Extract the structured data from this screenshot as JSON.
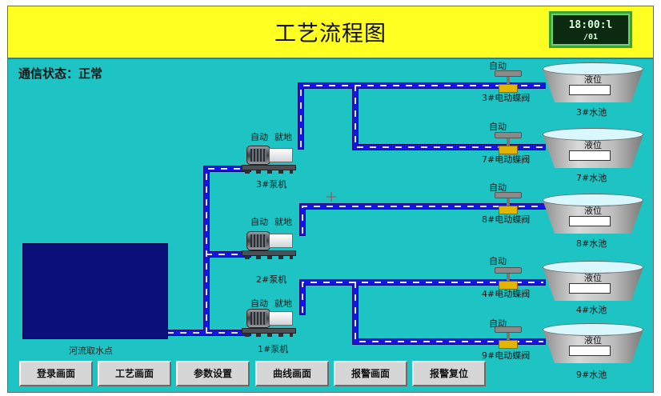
{
  "header": {
    "title": "工艺流程图"
  },
  "clock": {
    "time": "18:00:l",
    "date": "/01"
  },
  "status": {
    "comm_text": "通信状态：正常"
  },
  "reservoir": {
    "label": "河流取水点",
    "color": "#0a0f7a"
  },
  "pumps": [
    {
      "name": "3#泵机",
      "auto": "自动",
      "local": "就地"
    },
    {
      "name": "2#泵机",
      "auto": "自动",
      "local": "就地"
    },
    {
      "name": "1#泵机",
      "auto": "自动",
      "local": "就地"
    }
  ],
  "valves": [
    {
      "name": "3#电动蝶阀",
      "mode": "自动"
    },
    {
      "name": "7#电动蝶阀",
      "mode": "自动"
    },
    {
      "name": "8#电动蝶阀",
      "mode": "自动"
    },
    {
      "name": "4#电动蝶阀",
      "mode": "自动"
    },
    {
      "name": "9#电动蝶阀",
      "mode": "自动"
    }
  ],
  "tanks": [
    {
      "name": "3#水池",
      "level_label": "液位"
    },
    {
      "name": "7#水池",
      "level_label": "液位"
    },
    {
      "name": "8#水池",
      "level_label": "液位"
    },
    {
      "name": "4#水池",
      "level_label": "液位"
    },
    {
      "name": "9#水池",
      "level_label": "液位"
    }
  ],
  "nav": [
    {
      "label": "登录画面"
    },
    {
      "label": "工艺画面"
    },
    {
      "label": "参数设置"
    },
    {
      "label": "曲线画面"
    },
    {
      "label": "报警画面"
    },
    {
      "label": "报警复位"
    }
  ],
  "colors": {
    "background": "#1ec4c4",
    "header": "#ffff22",
    "pipe": "#1414e6",
    "pipe_flow": "#e8e8e8"
  }
}
